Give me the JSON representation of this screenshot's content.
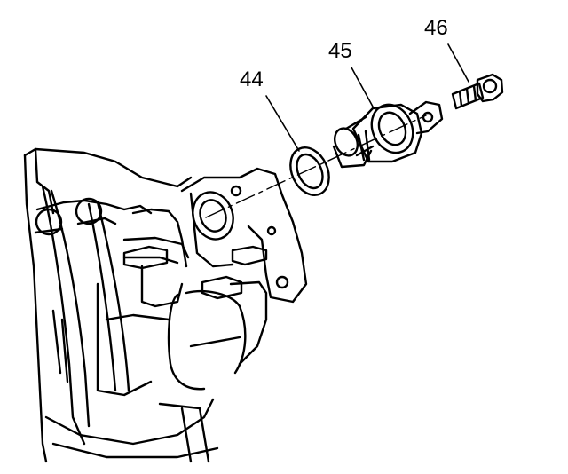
{
  "callouts": {
    "c44": "44",
    "c45": "45",
    "c46": "46"
  },
  "parts": [
    {
      "id": "44",
      "name": "o-ring-seal-icon"
    },
    {
      "id": "45",
      "name": "sensor-icon"
    },
    {
      "id": "46",
      "name": "bolt-icon"
    }
  ],
  "colors": {
    "ink": "#000000",
    "paper": "#ffffff"
  }
}
